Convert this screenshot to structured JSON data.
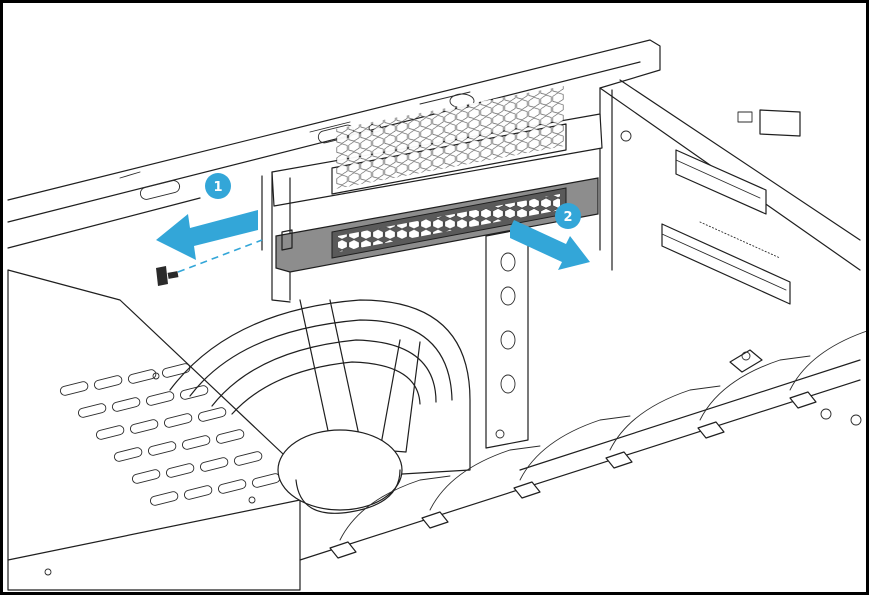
{
  "steps": [
    {
      "number": "1",
      "action": "remove-screw"
    },
    {
      "number": "2",
      "action": "pull-bracket-out"
    }
  ],
  "colors": {
    "arrow": "#33a6d8",
    "badge": "#33a6d8",
    "bracket_fill": "#8d8d8d",
    "line": "#1f1f1f",
    "frame_border": "#000000"
  },
  "icons": [
    "screw-icon",
    "bracket-icon",
    "arrow-left-icon",
    "arrow-right-down-icon"
  ]
}
